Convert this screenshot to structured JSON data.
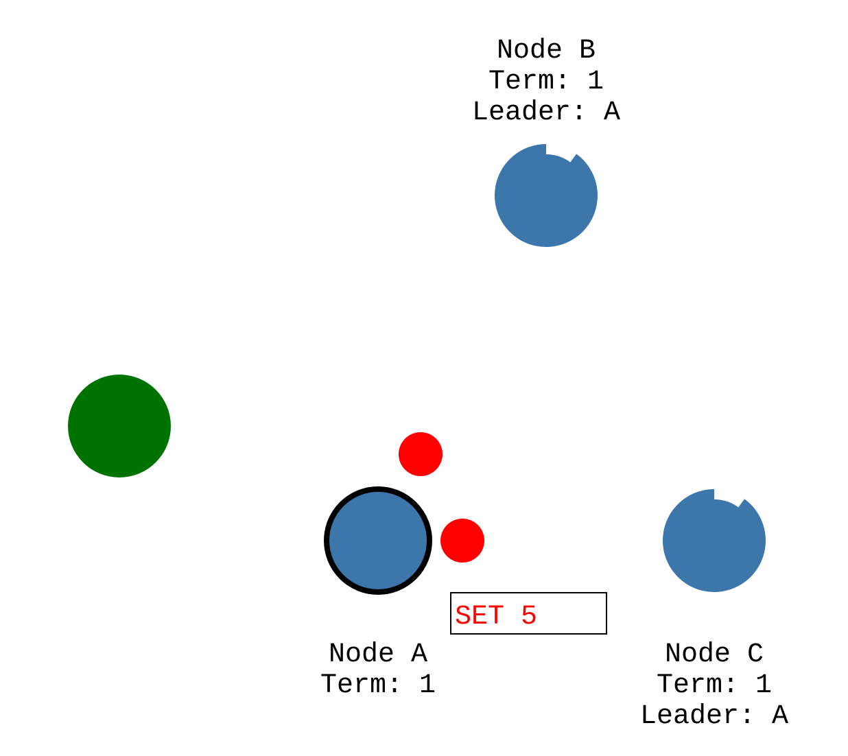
{
  "colors": {
    "node_fill": "#3d76aa",
    "leader_outline": "#000000",
    "client_fill": "#007200",
    "message_fill": "#ff0000",
    "command_text": "#ff0000",
    "label_text": "#000000"
  },
  "nodes": [
    {
      "id": "A",
      "lines": {
        "name": "Node A",
        "term": "Term: 1",
        "leader": ""
      },
      "is_leader": true,
      "election_timer_remaining": null
    },
    {
      "id": "B",
      "lines": {
        "name": "Node B",
        "term": "Term: 1",
        "leader": "Leader: A"
      },
      "is_leader": false,
      "election_timer_remaining": 0.9
    },
    {
      "id": "C",
      "lines": {
        "name": "Node C",
        "term": "Term: 1",
        "leader": "Leader: A"
      },
      "is_leader": false,
      "election_timer_remaining": 0.9
    }
  ],
  "client": {
    "name": "client-icon"
  },
  "messages": [
    {
      "from": "A",
      "to": "B"
    },
    {
      "from": "A",
      "to": "C"
    }
  ],
  "command": {
    "text": "SET 5"
  }
}
